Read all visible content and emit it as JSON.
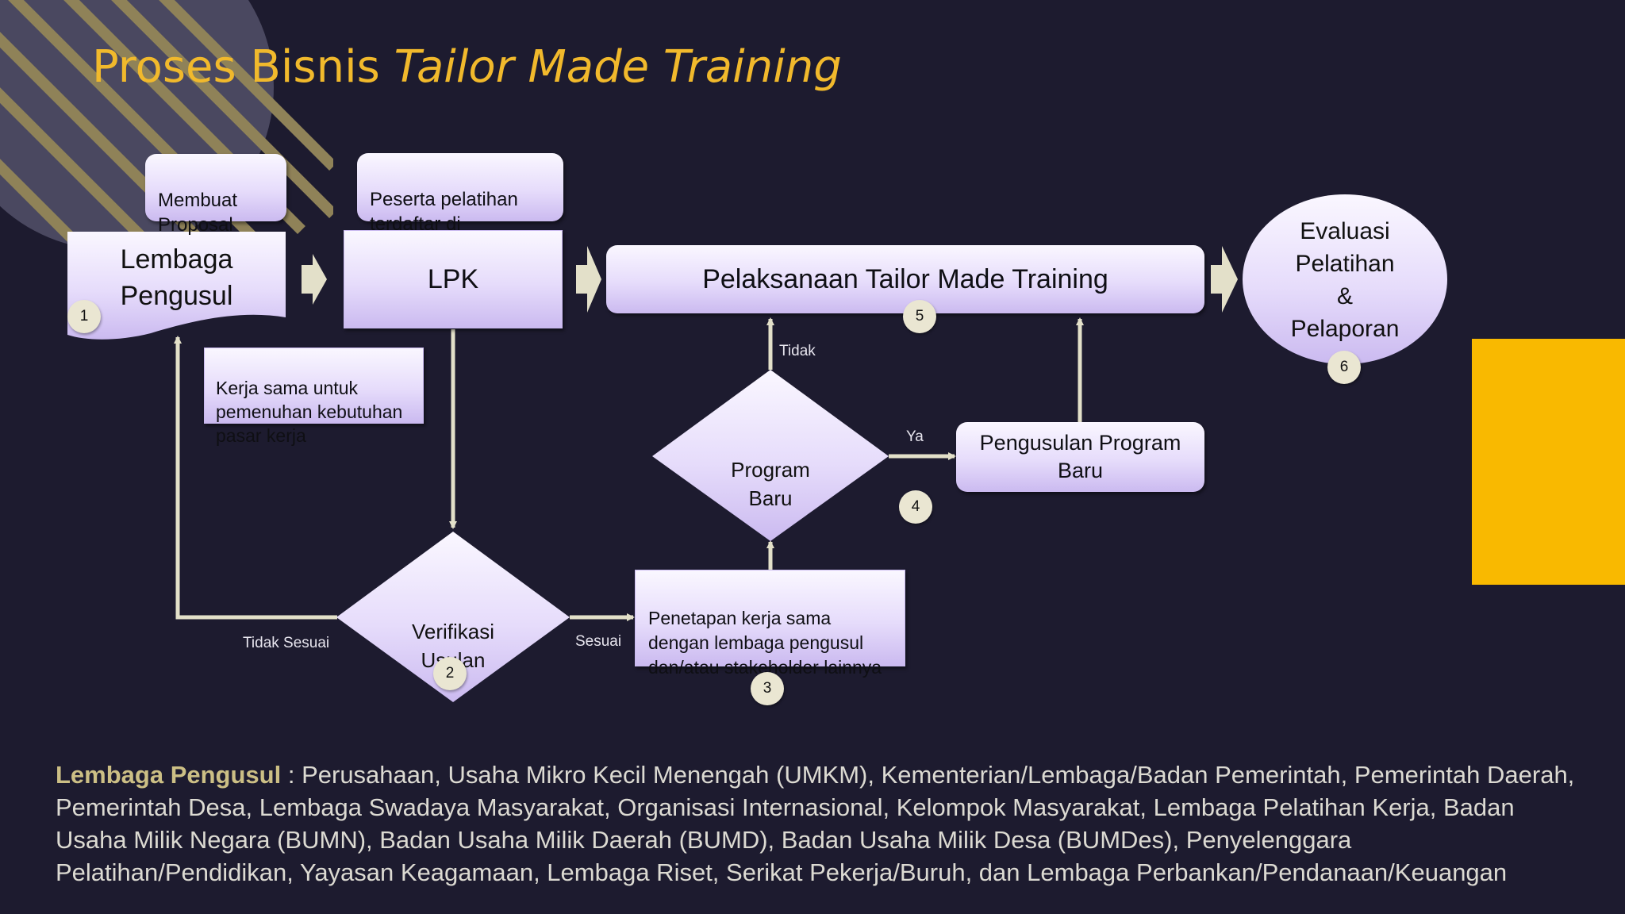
{
  "title": {
    "plain": "Proses Bisnis ",
    "italic": "Tailor Made Training"
  },
  "nodes": {
    "membuat_proposal": "Membuat\nProposal",
    "lembaga_pengusul": "Lembaga\nPengusul",
    "peserta_pelatihan": "Peserta pelatihan\nterdaftar di SIAPkerja",
    "lpk": "LPK",
    "pelaksanaan": "Pelaksanaan Tailor Made Training",
    "evaluasi": "Evaluasi\nPelatihan\n&\nPelaporan",
    "kerja_sama": "Kerja sama untuk\npemenuhan kebutuhan\npasar kerja",
    "program_baru": "Program\nBaru",
    "pengusulan_program_baru": "Pengusulan Program\nBaru",
    "verifikasi_usulan": "Verifikasi\nUsulan",
    "penetapan_kerja_sama": "Penetapan kerja sama\ndengan lembaga pengusul\ndan/atau stakeholder lainnya"
  },
  "edge_labels": {
    "tidak": "Tidak",
    "ya": "Ya",
    "tidak_sesuai": "Tidak Sesuai",
    "sesuai": "Sesuai"
  },
  "step_numbers": {
    "s1": "1",
    "s2": "2",
    "s3": "3",
    "s4": "4",
    "s5": "5",
    "s6": "6"
  },
  "footer": {
    "term": "Lembaga Pengusul",
    "definition": " : Perusahaan, Usaha Mikro Kecil Menengah (UMKM), Kementerian/Lembaga/Badan Pemerintah, Pemerintah Daerah, Pemerintah Desa, Lembaga Swadaya Masyarakat, Organisasi Internasional, Kelompok Masyarakat, Lembaga Pelatihan Kerja, Badan Usaha Milik Negara (BUMN), Badan Usaha Milik Daerah (BUMD), Badan Usaha Milik Desa (BUMDes), Penyelenggara Pelatihan/Pendidikan, Yayasan Keagamaan, Lembaga Riset, Serikat Pekerja/Buruh, dan Lembaga Perbankan/Pendanaan/Keuangan"
  },
  "colors": {
    "background": "#1d1b2f",
    "title": "#f1b92c",
    "accent_block": "#f9b900",
    "arrow": "#e3e0c9",
    "box_fill_top": "#faf7ff",
    "box_fill_bottom": "#cbbaf0",
    "footer_term": "#ccbf85"
  }
}
